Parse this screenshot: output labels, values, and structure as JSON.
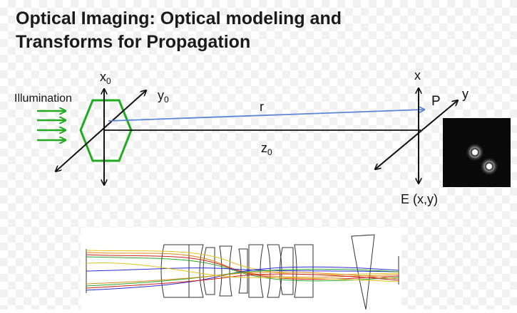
{
  "title": {
    "line1": "Optical Imaging: Optical modeling and",
    "line2": "Transforms for Propagation"
  },
  "labels": {
    "illumination": "Illumination",
    "x0_base": "x",
    "x0_sub": "0",
    "y0_base": "y",
    "y0_sub": "0",
    "r": "r",
    "z0_base": "z",
    "z0_sub": "0",
    "x": "x",
    "y": "y",
    "P": "P",
    "E": "E (x,y)"
  },
  "colors": {
    "illumination_arrows": "#22aa22",
    "aperture_hexagon": "#1faa1f",
    "ray_r": "#5b86d6",
    "axes": "#111111",
    "pattern_background": "#0a0a0a"
  },
  "icons": {
    "diffraction_pattern": "two-airy-disks",
    "lens_system": "multi-element-lens-ray-trace"
  }
}
